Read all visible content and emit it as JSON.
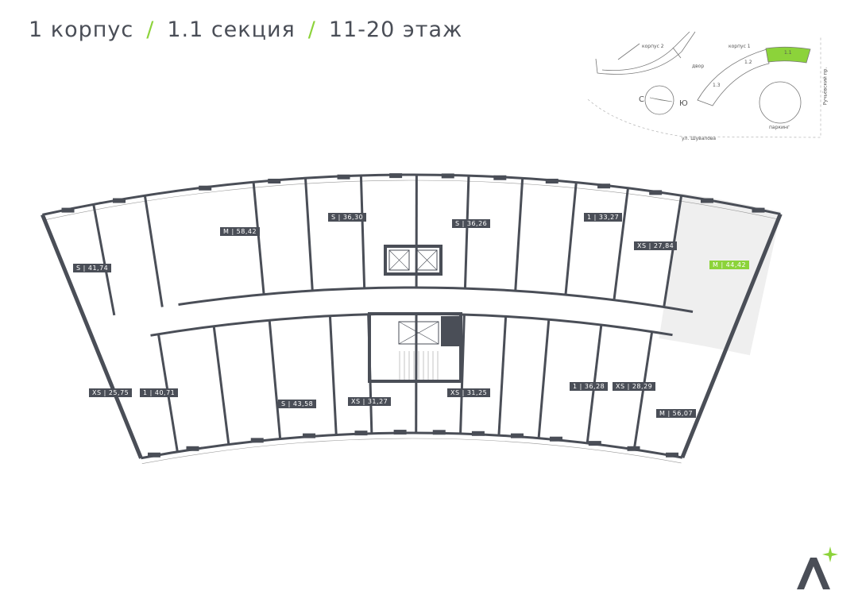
{
  "header": {
    "building": "1 корпус",
    "section": "1.1 секция",
    "floors": "11-20 этаж",
    "separator": "/"
  },
  "colors": {
    "accent": "#8cd33a",
    "wall": "#4a4e57",
    "highlight_fill": "#efefef"
  },
  "site_plan": {
    "building2": "корпус 2",
    "building1": "корпус 1",
    "yard": "двор",
    "sections": [
      "1.1",
      "1.2",
      "1.3"
    ],
    "active_section": "1.1",
    "compass_north": "С",
    "compass_south": "Ю",
    "parking": "паркинг",
    "street_bottom": "ул. Шувалова",
    "street_right": "Ручьёвский пр."
  },
  "apartments": [
    {
      "label": "S | 41,74"
    },
    {
      "label": "M | 58,42"
    },
    {
      "label": "S | 36,30"
    },
    {
      "label": "S | 36,26"
    },
    {
      "label": "1 | 33,27"
    },
    {
      "label": "XS | 27,84"
    },
    {
      "label": "M | 44,42",
      "selected": true
    },
    {
      "label": "XS | 25,75"
    },
    {
      "label": "1 | 40,71"
    },
    {
      "label": "S | 43,58"
    },
    {
      "label": "XS | 31,27"
    },
    {
      "label": "XS | 31,25"
    },
    {
      "label": "1 | 36,28"
    },
    {
      "label": "XS | 28,29"
    },
    {
      "label": "M | 56,07"
    }
  ],
  "logo": {
    "letter": "A"
  }
}
